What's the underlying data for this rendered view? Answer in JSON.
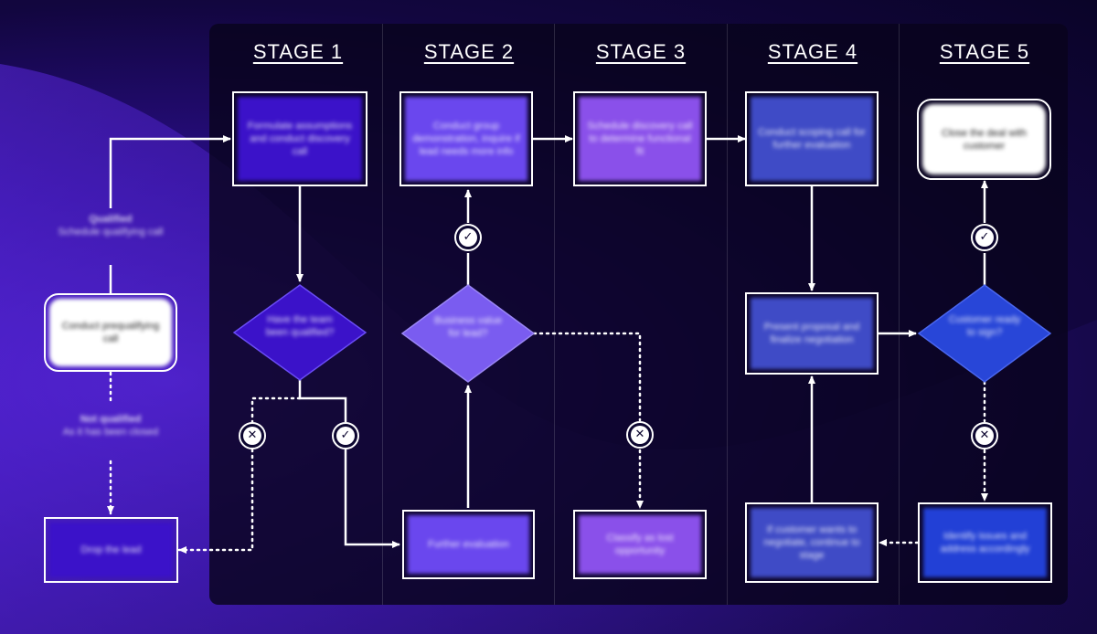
{
  "stages": [
    "STAGE 1",
    "STAGE 2",
    "STAGE 3",
    "STAGE 4",
    "STAGE 5"
  ],
  "nodes": {
    "start": "Conduct prequalifying call",
    "lose_lead": "Drop the lead",
    "s1_box": "Formulate assumptions and conduct discovery call",
    "s1_decision": "Have the team been qualified?",
    "s2_box": "Conduct group demonstration, inquire if lead needs more info",
    "s2_decision": "Business value for lead?",
    "s2_bottom": "Further evaluation",
    "s3_box": "Schedule discovery call to determine functional fit",
    "s3_bottom": "Classify as lost opportunity",
    "s4_box": "Conduct scoping call for further evaluation",
    "s4_mid": "Present proposal and finalize negotiation",
    "s4_bottom": "If customer wants to negotiate, continue to stage",
    "s5_box": "Close the deal with customer",
    "s5_decision": "Customer ready to sign?",
    "s5_bottom": "Identify issues and address accordingly"
  },
  "labels": {
    "qualified_title": "Qualified",
    "qualified_sub": "Schedule qualifying call",
    "not_qualified_title": "Not qualified",
    "not_qualified_sub": "As it has been closed"
  },
  "colors": {
    "bright_purple": "#5a2cf0",
    "deep_purple": "#3b12c9",
    "violet": "#7a5cf0",
    "lavender": "#8a50ea",
    "royal_blue": "#2846d8",
    "slate_blue": "#3f4bc6",
    "check_mark": "check-icon",
    "cross_mark": "cross-icon"
  }
}
